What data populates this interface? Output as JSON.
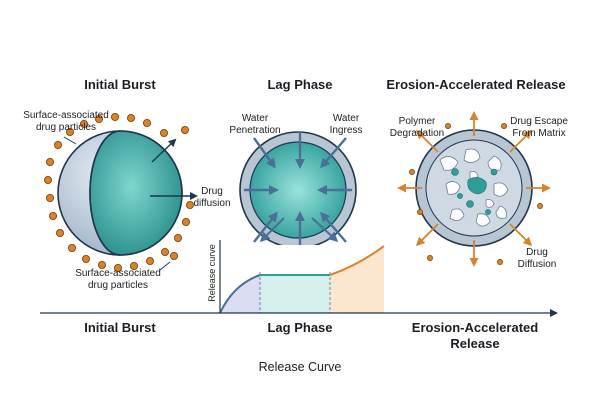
{
  "titles": {
    "initial_burst": "Initial Burst",
    "lag_phase": "Lag Phase",
    "erosion": "Erosion-Accelerated Release"
  },
  "labels": {
    "surface_top": [
      "Surface-associated",
      "drug particles"
    ],
    "surface_bottom": [
      "Surface-associated",
      "drug particles"
    ],
    "drug_diffusion_left": [
      "Drug",
      "diffusion"
    ],
    "water_penetration": [
      "Water",
      "Penetration"
    ],
    "water_ingress": [
      "Water",
      "Ingress"
    ],
    "polymer_degradation": [
      "Polymer",
      "Degradation"
    ],
    "drug_escape": [
      "Drug Escape",
      "From Matrix"
    ],
    "drug_diffusion_right": [
      "Drug",
      "Diffusion"
    ],
    "y_axis": "Release curve"
  },
  "bottom_labels": {
    "initial_burst": "Initial Burst",
    "lag_phase": "Lag Phase",
    "erosion": [
      "Erosion-Accelerated",
      "Release"
    ]
  },
  "caption": "Release Curve",
  "colors": {
    "teal": "#2f9e9a",
    "shell": "#b8c6d4",
    "navy": "#1f3550",
    "orange": "#d9822b",
    "arrow_blue": "#4a6f98",
    "burst_fill": "#d9def2",
    "lag_fill": "#d4efec",
    "erosion_fill": "#fde6cf"
  }
}
